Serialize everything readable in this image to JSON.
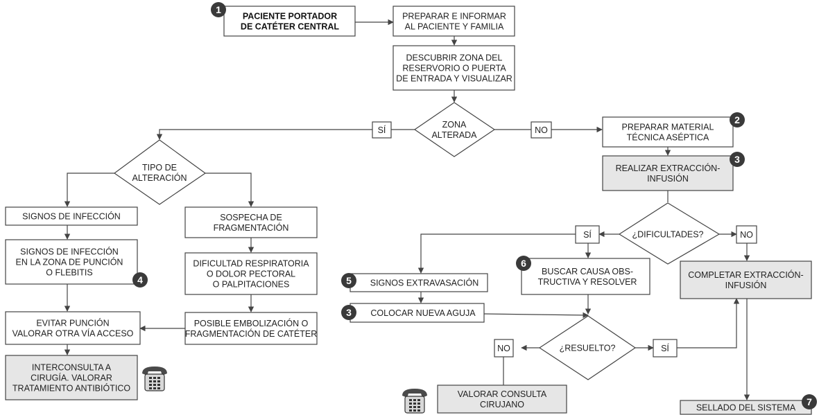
{
  "nodes": {
    "start": [
      "PACIENTE PORTADOR",
      "DE CATÉTER CENTRAL"
    ],
    "prep_info": [
      "PREPARAR E INFORMAR",
      "AL PACIENTE Y FAMILIA"
    ],
    "descubrir": [
      "DESCUBRIR ZONA DEL",
      "RESERVORIO O PUERTA",
      "DE ENTRADA Y VISUALIZAR"
    ],
    "zona_alterada": [
      "ZONA",
      "ALTERADA"
    ],
    "si_zona": [
      "SÍ"
    ],
    "no_zona": [
      "NO"
    ],
    "prep_material": [
      "PREPARAR MATERIAL",
      "TÉCNICA ASÉPTICA"
    ],
    "extraccion": [
      "REALIZAR EXTRACCIÓN-",
      "INFUSIÓN"
    ],
    "tipo_alteracion": [
      "TIPO DE",
      "ALTERACIÓN"
    ],
    "signos_infeccion": [
      "SIGNOS DE INFECCIÓN"
    ],
    "sospecha_frag": [
      "SOSPECHA DE",
      "FRAGMENTACIÓN"
    ],
    "signos_puncion": [
      "SIGNOS DE INFECCIÓN",
      "EN LA ZONA DE PUNCIÓN",
      "O FLEBITIS"
    ],
    "dificultad_resp": [
      "DIFICULTAD RESPIRATORIA",
      "O DOLOR PECTORAL",
      "O PALPITACIONES"
    ],
    "evitar_puncion": [
      "EVITAR PUNCIÓN",
      "VALORAR OTRA VÍA ACCESO"
    ],
    "posible_embolizacion": [
      "POSIBLE EMBOLIZACIÓN O",
      "FRAGMENTACIÓN DE CATÉTER"
    ],
    "interconsulta": [
      "INTERCONSULTA A",
      "CIRUGÍA. VALORAR",
      "TRATAMIENTO ANTIBIÓTICO"
    ],
    "dificultades": [
      "¿DIFICULTADES?"
    ],
    "si_dif": [
      "SÍ"
    ],
    "no_dif": [
      "NO"
    ],
    "extravasacion": [
      "SIGNOS EXTRAVASACIÓN"
    ],
    "buscar_causa": [
      "BUSCAR CAUSA OBS-",
      "TRUCTIVA Y RESOLVER"
    ],
    "completar": [
      "COMPLETAR EXTRACCIÓN-",
      "INFUSIÓN"
    ],
    "nueva_aguja": [
      "COLOCAR NUEVA AGUJA"
    ],
    "resuelto": [
      "¿RESUELTO?"
    ],
    "no_res": [
      "NO"
    ],
    "si_res": [
      "SÍ"
    ],
    "valorar_consulta": [
      "VALORAR CONSULTA",
      "CIRUJANO"
    ],
    "sellado": [
      "SELLADO DEL SISTEMA"
    ]
  },
  "badges": {
    "b1": "1",
    "b2": "2",
    "b3a": "3",
    "b3b": "3",
    "b4": "4",
    "b5": "5",
    "b6": "6",
    "b7": "7"
  },
  "colors": {
    "line": "#444444",
    "box_fill": "#ffffff",
    "shaded_fill": "#e6e6e6",
    "badge_fill": "#3a3a3a"
  },
  "icons": {
    "phone_1": "telephone-icon",
    "phone_2": "telephone-icon"
  }
}
